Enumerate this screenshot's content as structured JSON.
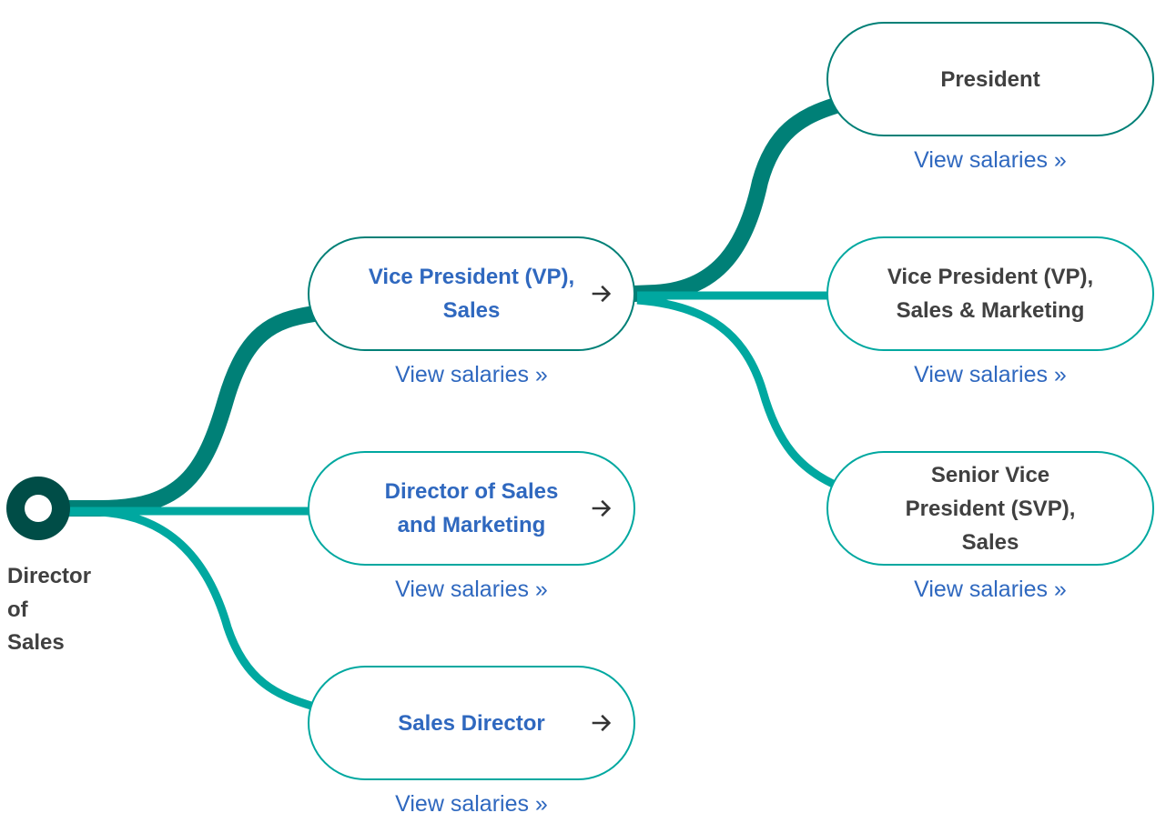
{
  "colors": {
    "primary_path": "#008077",
    "secondary_path": "#00a8a0",
    "origin_node": "#004d47",
    "link_text": "#2f68bf",
    "body_text": "#404040"
  },
  "origin": {
    "title": "Director\nof\nSales",
    "icon": "circle-node-icon"
  },
  "level1": [
    {
      "title": "Vice President (VP),\nSales",
      "clickable": true,
      "icon": "arrow-right-icon",
      "salary_link": "View salaries »",
      "path": "primary"
    },
    {
      "title": "Director of Sales\nand Marketing",
      "clickable": true,
      "icon": "arrow-right-icon",
      "salary_link": "View salaries »",
      "path": "secondary"
    },
    {
      "title": "Sales Director",
      "clickable": true,
      "icon": "arrow-right-icon",
      "salary_link": "View salaries »",
      "path": "secondary"
    }
  ],
  "level2": [
    {
      "title": "President",
      "clickable": false,
      "salary_link": "View salaries »",
      "path": "primary"
    },
    {
      "title": "Vice President (VP),\nSales & Marketing",
      "clickable": false,
      "salary_link": "View salaries »",
      "path": "secondary"
    },
    {
      "title": "Senior Vice\nPresident (SVP),\nSales",
      "clickable": false,
      "salary_link": "View salaries »",
      "path": "secondary"
    }
  ]
}
